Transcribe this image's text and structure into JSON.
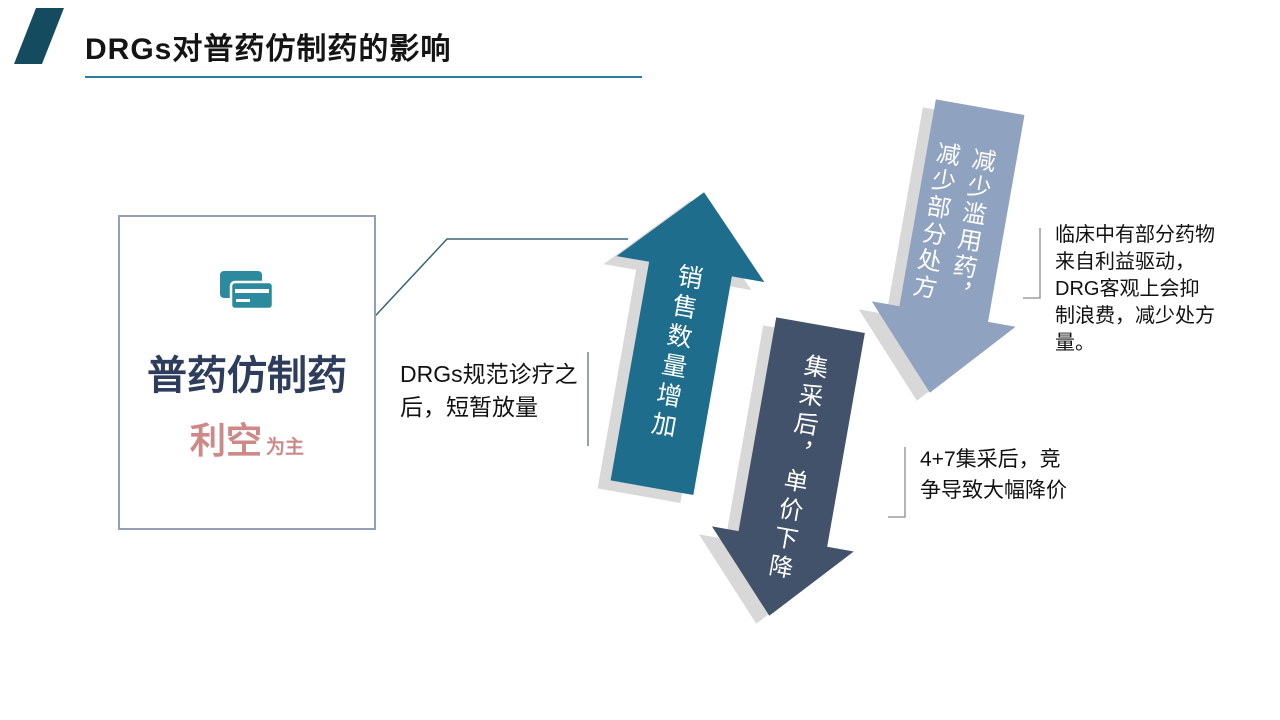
{
  "slide": {
    "title": "DRGs对普药仿制药的影响"
  },
  "box": {
    "line1": "普药仿制药",
    "line2_main": "利空",
    "line2_suffix": "为主"
  },
  "annotations": {
    "left_note": "DRGs规范诊疗之后，短暂放量",
    "right_top_note": "临床中有部分药物来自利益驱动，DRG客观上会抑制浪费，减少处方量。",
    "right_bottom_note": "4+7集采后，竞争导致大幅降价"
  },
  "arrows": [
    {
      "label": "销售数量增加",
      "direction": "up",
      "color": "#1e6d8c"
    },
    {
      "label": "减少滥用药，减少部分处方",
      "direction": "down",
      "color": "#8fa2c0"
    },
    {
      "label": "集采后，单价下降",
      "direction": "down",
      "color": "#42526b"
    }
  ],
  "icons": {
    "title_marker": "parallelogram-accent",
    "card": "credit-card-icon"
  },
  "colors": {
    "accent_teal": "#1e6d8c",
    "light_blue": "#8fa2c0",
    "dark_slate": "#42526b",
    "underline": "#2e7d9a",
    "marker": "#154b5e",
    "salmon": "#cd8888",
    "navy_text": "#2e3d5c",
    "shadow": "#d8d8d8",
    "box_border": "#93a0b4"
  }
}
